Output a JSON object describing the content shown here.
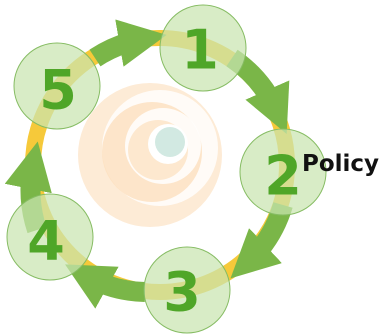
{
  "nodes": [
    {
      "number": "1"
    },
    {
      "number": "2",
      "label": "Policy"
    },
    {
      "number": "3"
    },
    {
      "number": "4"
    },
    {
      "number": "5"
    }
  ],
  "colors": {
    "ring": "#F6C93A",
    "arrow": "#7AB648",
    "arrow_light": "#A9D27E",
    "node_fill": "#C9E4B0",
    "node_stroke": "#86BC63",
    "number": "#4FA628",
    "swirl": "#FCE3C4",
    "center": "#D2E9E2"
  }
}
